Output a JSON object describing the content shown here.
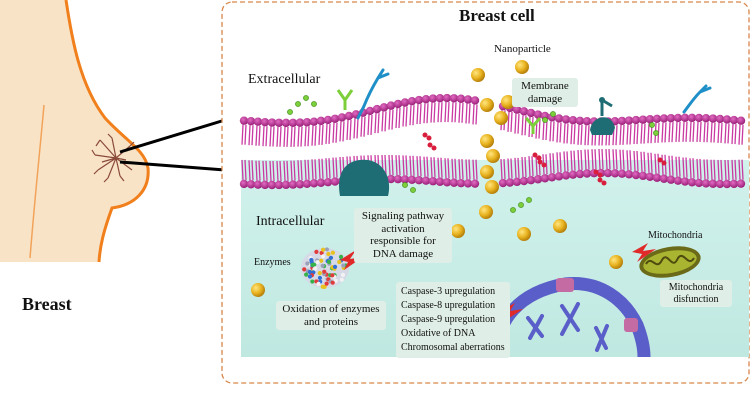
{
  "breast_label": "Breast",
  "cell_title": "Breast cell",
  "labels": {
    "nanoparticle": "Nanoparticle",
    "membrane_damage": "Membrane damage",
    "extracellular": "Extracellular",
    "intracellular": "Intracellular",
    "signaling": "Signaling pathway activation responsible for DNA damage",
    "enzymes": "Enzymes",
    "oxidation": "Oxidation of enzymes and proteins",
    "mitochondria": "Mitochondria",
    "mito_dysfunction": "Mitochondria disfunction"
  },
  "effects": [
    "Caspase-3 upregulation",
    "Caspase-8 upregulation",
    "Caspase-9 upregulation",
    "Oxidative of DNA",
    "Chromosomal aberrations"
  ],
  "colors": {
    "skin": "#f8e3c6",
    "skin_outline": "#f07f1c",
    "membrane_head": "#b0268a",
    "membrane_tail": "#c93aa2",
    "cytoplasm": "#c7ede8",
    "nanoparticle": "#e8b21f",
    "dashed_border": "#d9874a",
    "nucleus": "#5a5ec9"
  }
}
